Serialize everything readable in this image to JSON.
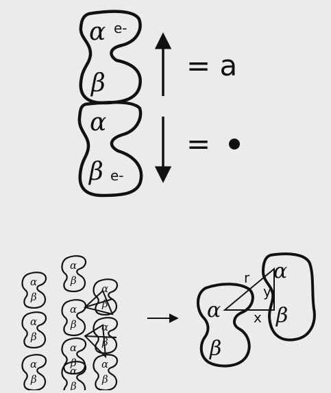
{
  "top": {
    "unit_up": {
      "alpha": "α",
      "alpha_electron": "e-",
      "beta": "β"
    },
    "unit_down": {
      "alpha": "α",
      "beta": "β",
      "beta_electron": "e-"
    },
    "equals_up": "= a",
    "equals_down": "="
  },
  "bottom": {
    "small_units": [
      {
        "alpha": "α",
        "beta": "β"
      },
      {
        "alpha": "α",
        "beta": "β"
      },
      {
        "alpha": "α",
        "beta": "β"
      },
      {
        "alpha": "α",
        "beta": "β"
      },
      {
        "alpha": "α",
        "beta": "β"
      },
      {
        "alpha": "α",
        "beta": "β"
      },
      {
        "alpha": "α",
        "beta": "β"
      },
      {
        "alpha": "α",
        "beta": "β"
      },
      {
        "alpha": "α",
        "beta": "β"
      },
      {
        "alpha": "α",
        "beta": "β"
      }
    ],
    "big_left": {
      "alpha": "α",
      "beta": "β"
    },
    "big_right": {
      "alpha": "α",
      "beta": "β"
    },
    "distance_labels": {
      "r": "r",
      "x": "x",
      "y": "y"
    }
  }
}
